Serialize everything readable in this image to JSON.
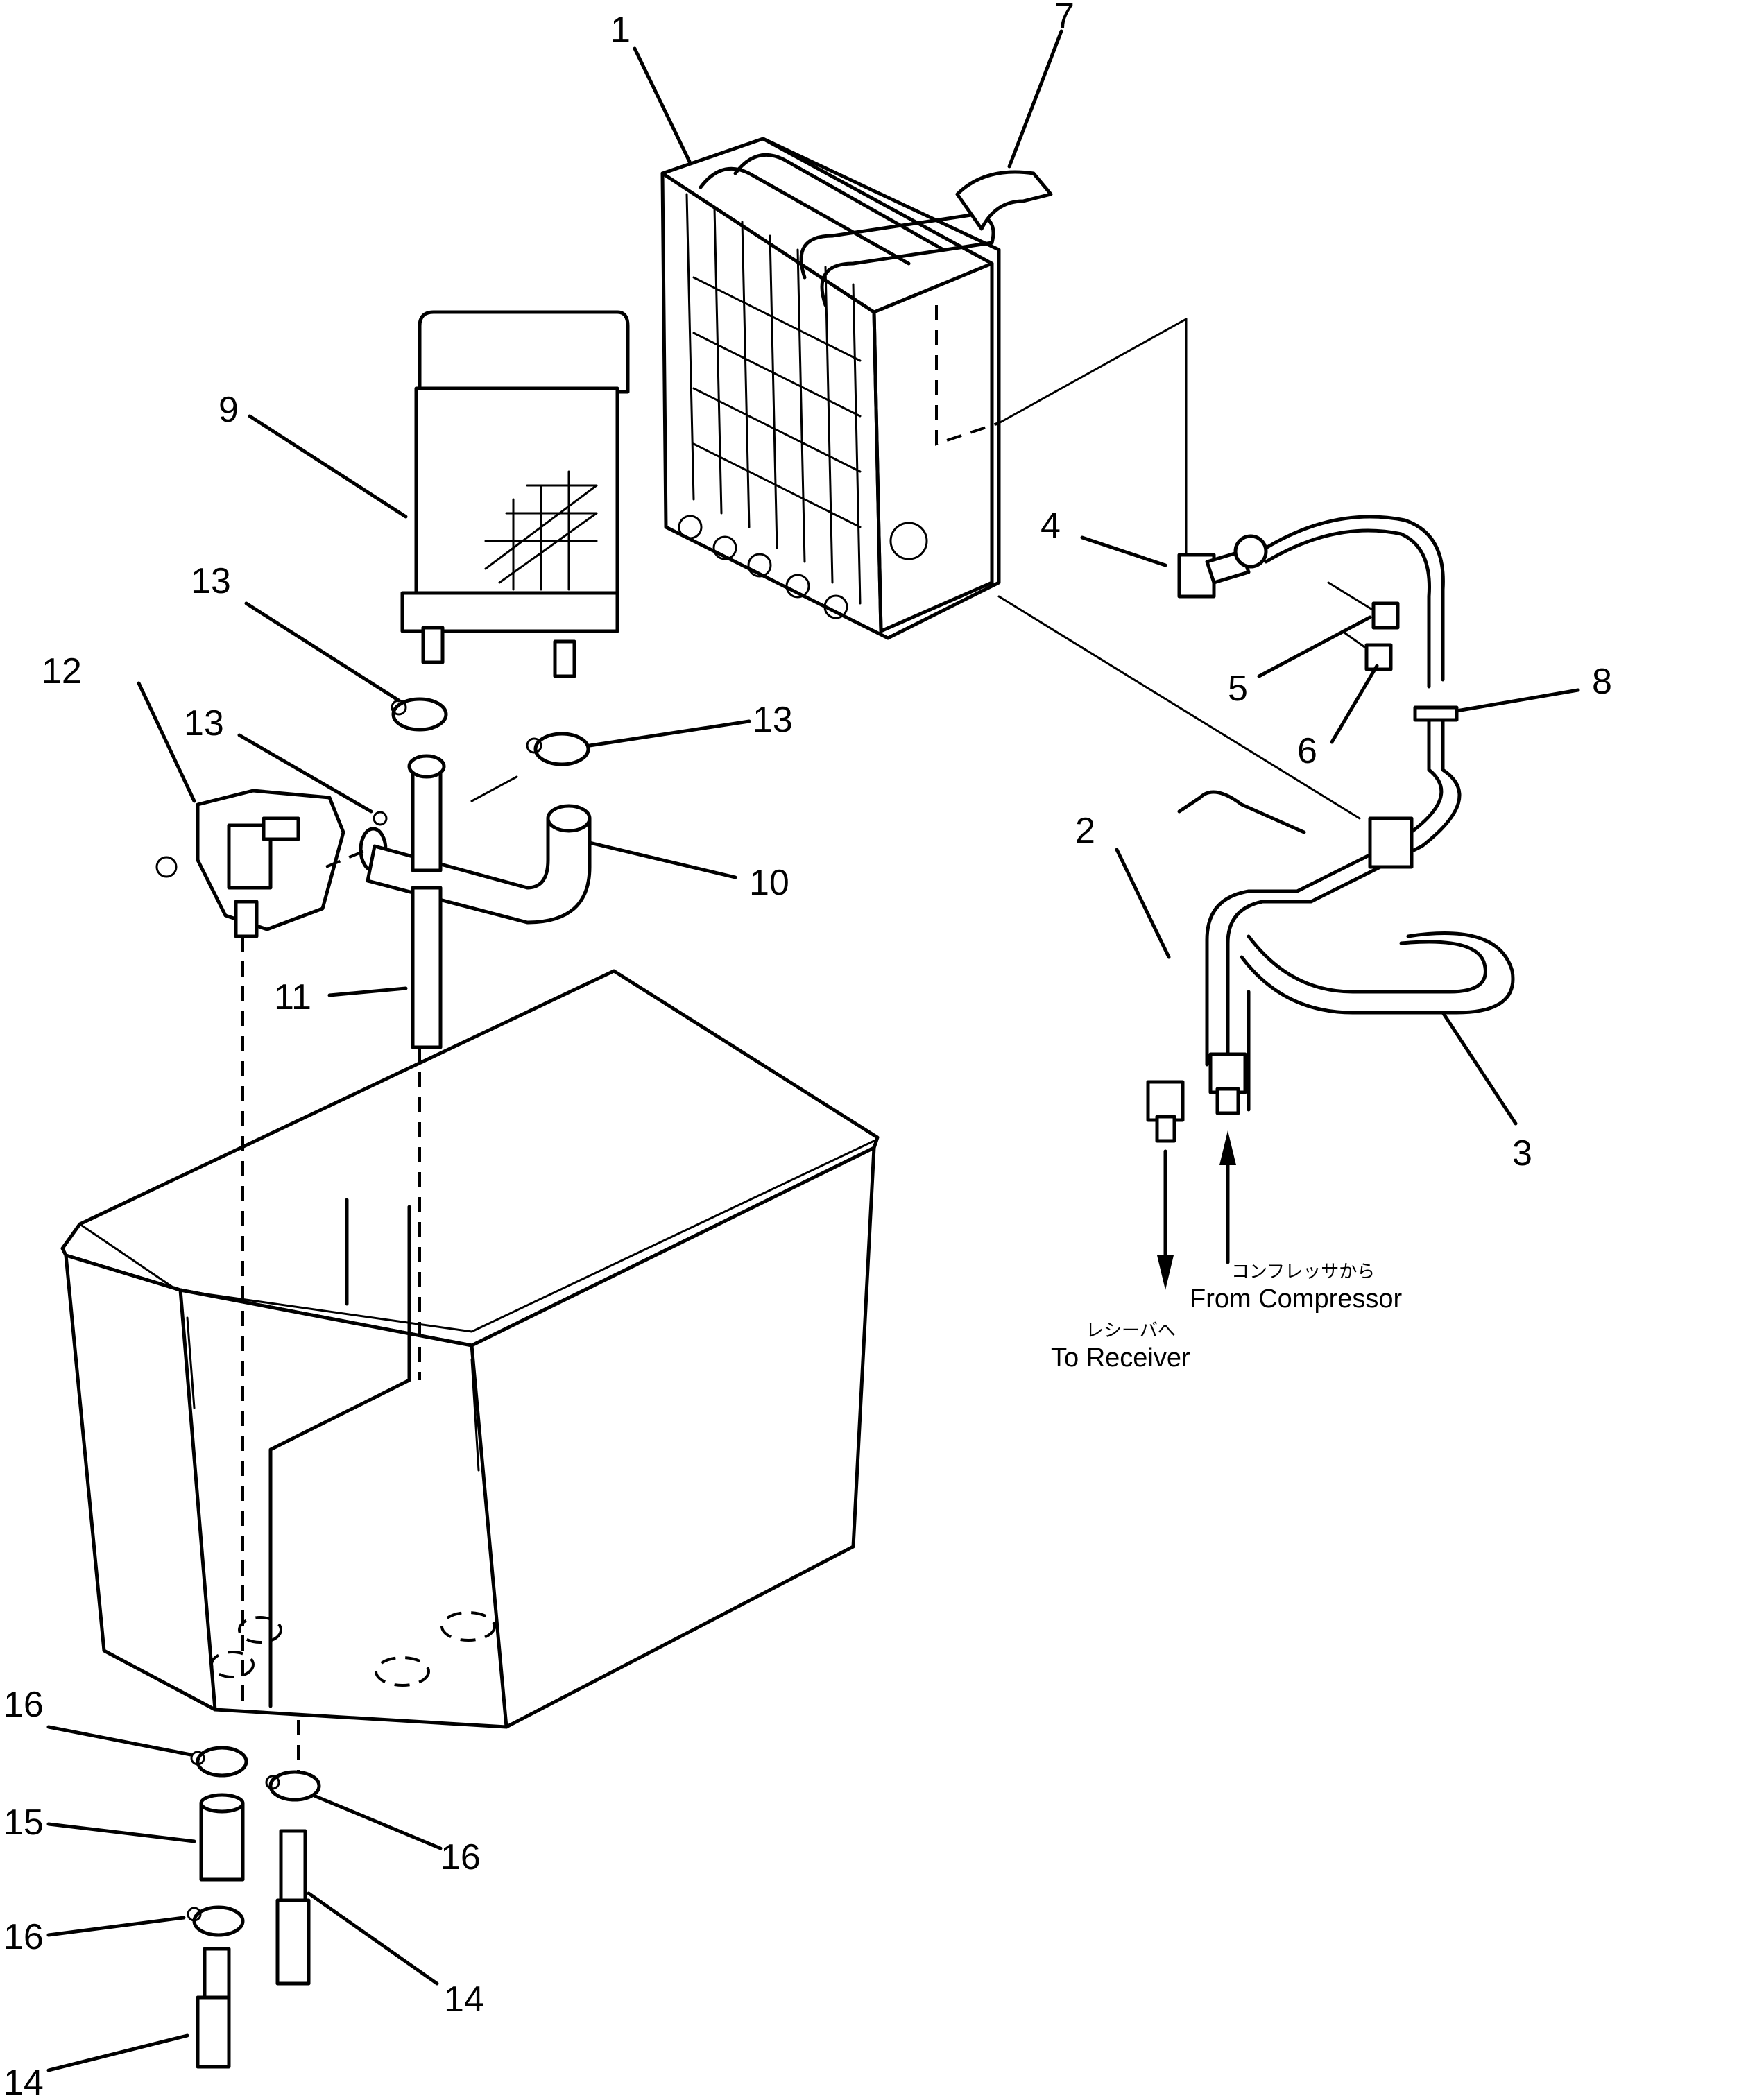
{
  "labels": {
    "n1": "1",
    "n2": "2",
    "n3": "3",
    "n4": "4",
    "n5": "5",
    "n6": "6",
    "n7": "7",
    "n8": "8",
    "n9": "9",
    "n10": "10",
    "n11": "11",
    "n12": "12",
    "n13a": "13",
    "n13b": "13",
    "n13c": "13",
    "n14a": "14",
    "n14b": "14",
    "n15": "15",
    "n16a": "16",
    "n16b": "16",
    "n16c": "16"
  },
  "captions": {
    "from_compressor_jp": "コンフレッサから",
    "from_compressor": "From Compressor",
    "to_receiver_jp": "レシーバへ",
    "to_receiver": "To Receiver"
  }
}
